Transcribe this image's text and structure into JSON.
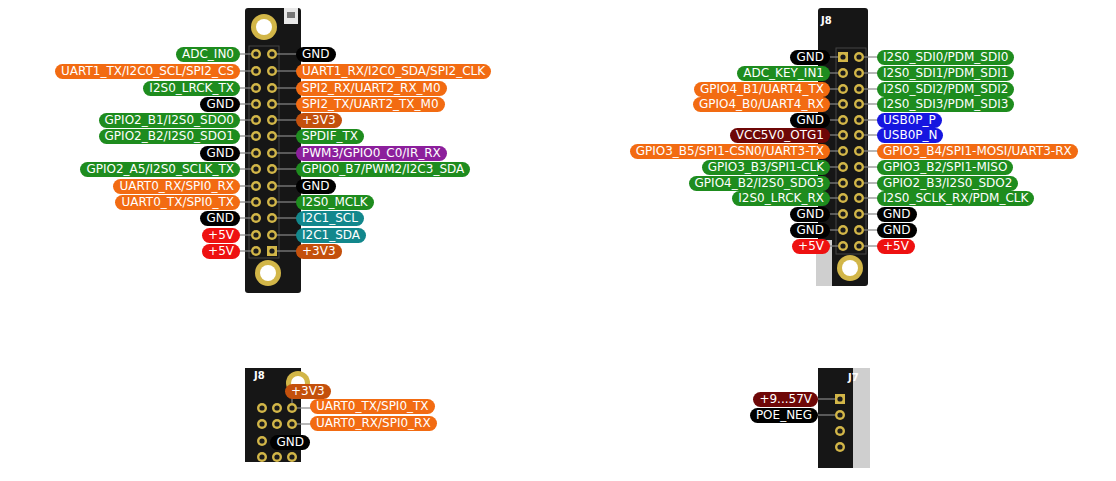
{
  "diagram": {
    "nodes": [
      {
        "text": [
          "ADC_IN0"
        ]
      },
      {
        "text": [
          "GND"
        ]
      },
      {
        "text": [
          "UART1_TX/I2C0_SCL/SPI2_CS"
        ]
      },
      {
        "text": [
          "UART1_RX/I2C0_SDA/SPI2_CLK"
        ]
      },
      {
        "text": [
          "I2S0_LRCK_TX"
        ]
      },
      {
        "text": [
          "SPI2_RX/UART2_RX_M0"
        ]
      },
      {
        "text": [
          "GND"
        ]
      },
      {
        "text": [
          "SPI2_TX/UART2_TX_M0"
        ]
      },
      {
        "text": [
          "GPIO2_B1/I2S0_SDO0"
        ]
      },
      {
        "text": [
          "+3V3"
        ]
      },
      {
        "text": [
          "GPIO2_B2/I2S0_SDO1"
        ]
      },
      {
        "text": [
          "SPDIF_TX"
        ]
      },
      {
        "text": [
          "GND"
        ]
      },
      {
        "text": [
          "PWM3/GPIO0_C0/IR_RX"
        ]
      },
      {
        "text": [
          "GPIO2_A5/I2S0_SCLK_TX"
        ]
      },
      {
        "text": [
          "GPIO0_B7/PWM2/I2C3_SDA"
        ]
      },
      {
        "text": [
          "UART0_RX/SPI0_RX"
        ]
      },
      {
        "text": [
          "GND"
        ]
      },
      {
        "text": [
          "UART0_TX/SPI0_TX"
        ]
      },
      {
        "text": [
          "I2S0_MCLK"
        ]
      },
      {
        "text": [
          "GND"
        ]
      },
      {
        "text": [
          "I2C1_SCL"
        ]
      },
      {
        "text": [
          "+5V"
        ]
      },
      {
        "text": [
          "I2C1_SDA"
        ]
      },
      {
        "text": [
          "+5V"
        ]
      },
      {
        "text": [
          "+3V3"
        ]
      },
      {
        "text": [
          "GND"
        ]
      },
      {
        "text": [
          "I2S0_SDI0/PDM_SDI0"
        ]
      },
      {
        "text": [
          "ADC_KEY_IN1"
        ]
      },
      {
        "text": [
          "I2S0_SDI1/PDM_SDI1"
        ]
      },
      {
        "text": [
          "GPIO4_B1/UART4_TX"
        ]
      },
      {
        "text": [
          "I2S0_SDI2/PDM_SDI2"
        ]
      },
      {
        "text": [
          "GPIO4_B0/UART4_RX"
        ]
      },
      {
        "text": [
          "I2S0_SDI3/PDM_SDI3"
        ]
      },
      {
        "text": [
          "GND"
        ]
      },
      {
        "text": [
          "USB0P_P"
        ]
      },
      {
        "text": [
          "VCC5V0_OTG1"
        ]
      },
      {
        "text": [
          "USB0P_N"
        ]
      },
      {
        "text": [
          "GPIO3_B5/SPI1-CSN0/UART3-TX"
        ]
      },
      {
        "text": [
          "GPIO3_B4/SPI1-MOSI/UART3-RX"
        ]
      },
      {
        "text": [
          "GPIO3_B3/SPI1-CLK"
        ]
      },
      {
        "text": [
          "GPIO3_B2/SPI1-MISO"
        ]
      },
      {
        "text": [
          "GPIO4_B2/I2S0_SDO3"
        ]
      },
      {
        "text": [
          "GPIO2_B3/I2S0_SDO2"
        ]
      },
      {
        "text": [
          "I2S0_LRCK_RX"
        ]
      },
      {
        "text": [
          "I2S0_SCLK_RX/PDM_CLK"
        ]
      },
      {
        "text": [
          "GND"
        ]
      },
      {
        "text": [
          "GND"
        ]
      },
      {
        "text": [
          "GND"
        ]
      },
      {
        "text": [
          "GND"
        ]
      },
      {
        "text": [
          "+5V"
        ]
      },
      {
        "text": [
          "+5V"
        ]
      },
      {
        "text": [
          "+3V3"
        ]
      },
      {
        "text": [
          "UART0_TX/SPI0_TX"
        ]
      },
      {
        "text": [
          "UART0_RX/SPI0_RX"
        ]
      },
      {
        "text": [
          "GND"
        ]
      },
      {
        "text": [
          "+9...57V"
        ]
      },
      {
        "text": [
          "POE_NEG"
        ]
      }
    ],
    "labels": [
      "J8",
      "J8",
      "J7"
    ]
  }
}
